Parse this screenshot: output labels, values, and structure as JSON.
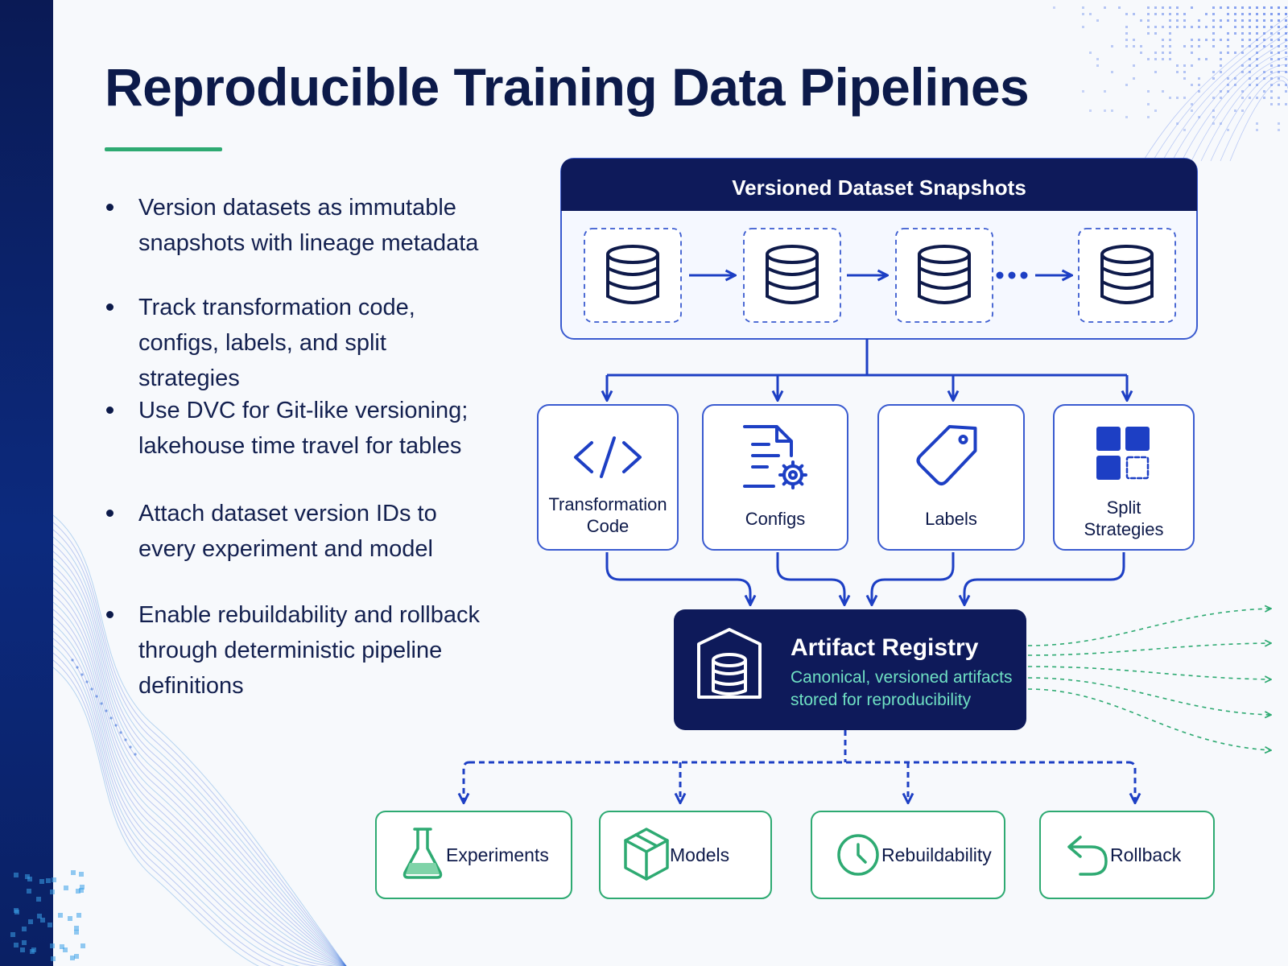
{
  "title": "Reproducible Training Data Pipelines",
  "bullets": [
    {
      "text": "Version datasets as immutable snapshots with lineage metadata"
    },
    {
      "text": "Track transformation code, configs, labels, and split strategies"
    },
    {
      "text": "Use DVC for Git-like versioning; lakehouse time travel for tables"
    },
    {
      "text": "Attach dataset version IDs to every experiment and model"
    },
    {
      "text": "Enable rebuildability and rollback through deterministic pipeline definitions"
    }
  ],
  "diagram": {
    "snapshots": {
      "header": "Versioned Dataset Snapshots",
      "count": 4
    },
    "components": [
      {
        "label_lines": [
          "Transformation",
          "Code"
        ],
        "icon": "code-icon"
      },
      {
        "label_lines": [
          "Configs"
        ],
        "icon": "config-document-icon"
      },
      {
        "label_lines": [
          "Labels"
        ],
        "icon": "tag-icon"
      },
      {
        "label_lines": [
          "Split",
          "Strategies"
        ],
        "icon": "split-grid-icon"
      }
    ],
    "registry": {
      "title": "Artifact Registry",
      "subtitle_lines": [
        "Canonical, versioned artifacts",
        "stored for reproducibility"
      ],
      "icon": "warehouse-database-icon"
    },
    "outputs": [
      {
        "label": "Experiments",
        "icon": "flask-icon"
      },
      {
        "label": "Models",
        "icon": "cube-icon"
      },
      {
        "label": "Rebuildability",
        "icon": "clock-icon"
      },
      {
        "label": "Rollback",
        "icon": "undo-arrow-icon"
      }
    ]
  },
  "colors": {
    "navy": "#0e1a5a",
    "blue": "#1d3fc4",
    "green": "#2eaa72",
    "background": "#f7f9fc"
  }
}
